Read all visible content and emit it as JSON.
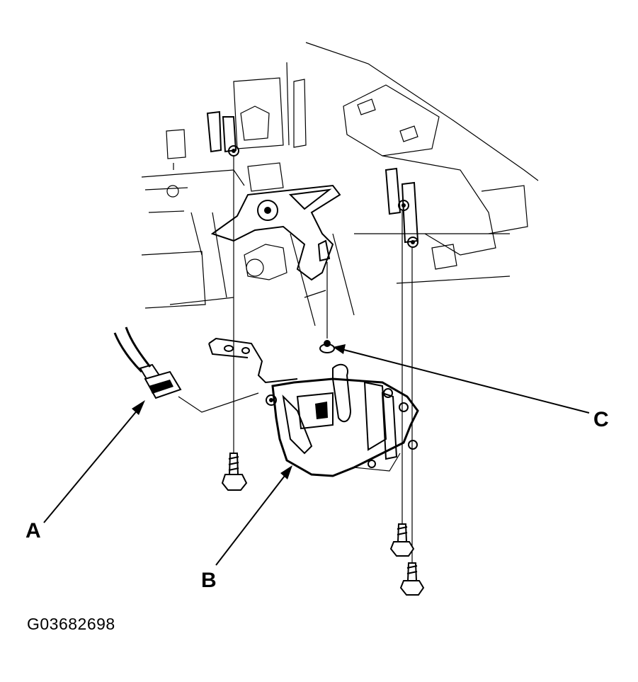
{
  "labels": {
    "a": "A",
    "b": "B",
    "c": "C"
  },
  "figure_id": "G03682698"
}
